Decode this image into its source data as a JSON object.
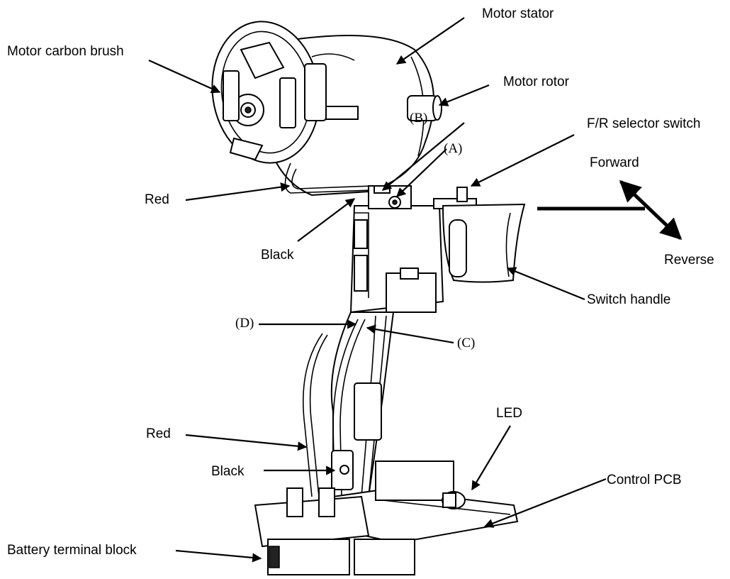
{
  "labels": {
    "motor_carbon_brush": "Motor carbon brush",
    "motor_stator": "Motor stator",
    "motor_rotor": "Motor rotor",
    "fr_selector_switch": "F/R selector switch",
    "forward": "Forward",
    "reverse": "Reverse",
    "switch_handle": "Switch handle",
    "red_upper": "Red",
    "black_upper": "Black",
    "red_lower": "Red",
    "black_lower": "Black",
    "led": "LED",
    "control_pcb": "Control PCB",
    "battery_terminal_block": "Battery terminal block",
    "ref_a": "(A)",
    "ref_b": "(B)",
    "ref_c": "(C)",
    "ref_d": "(D)"
  }
}
